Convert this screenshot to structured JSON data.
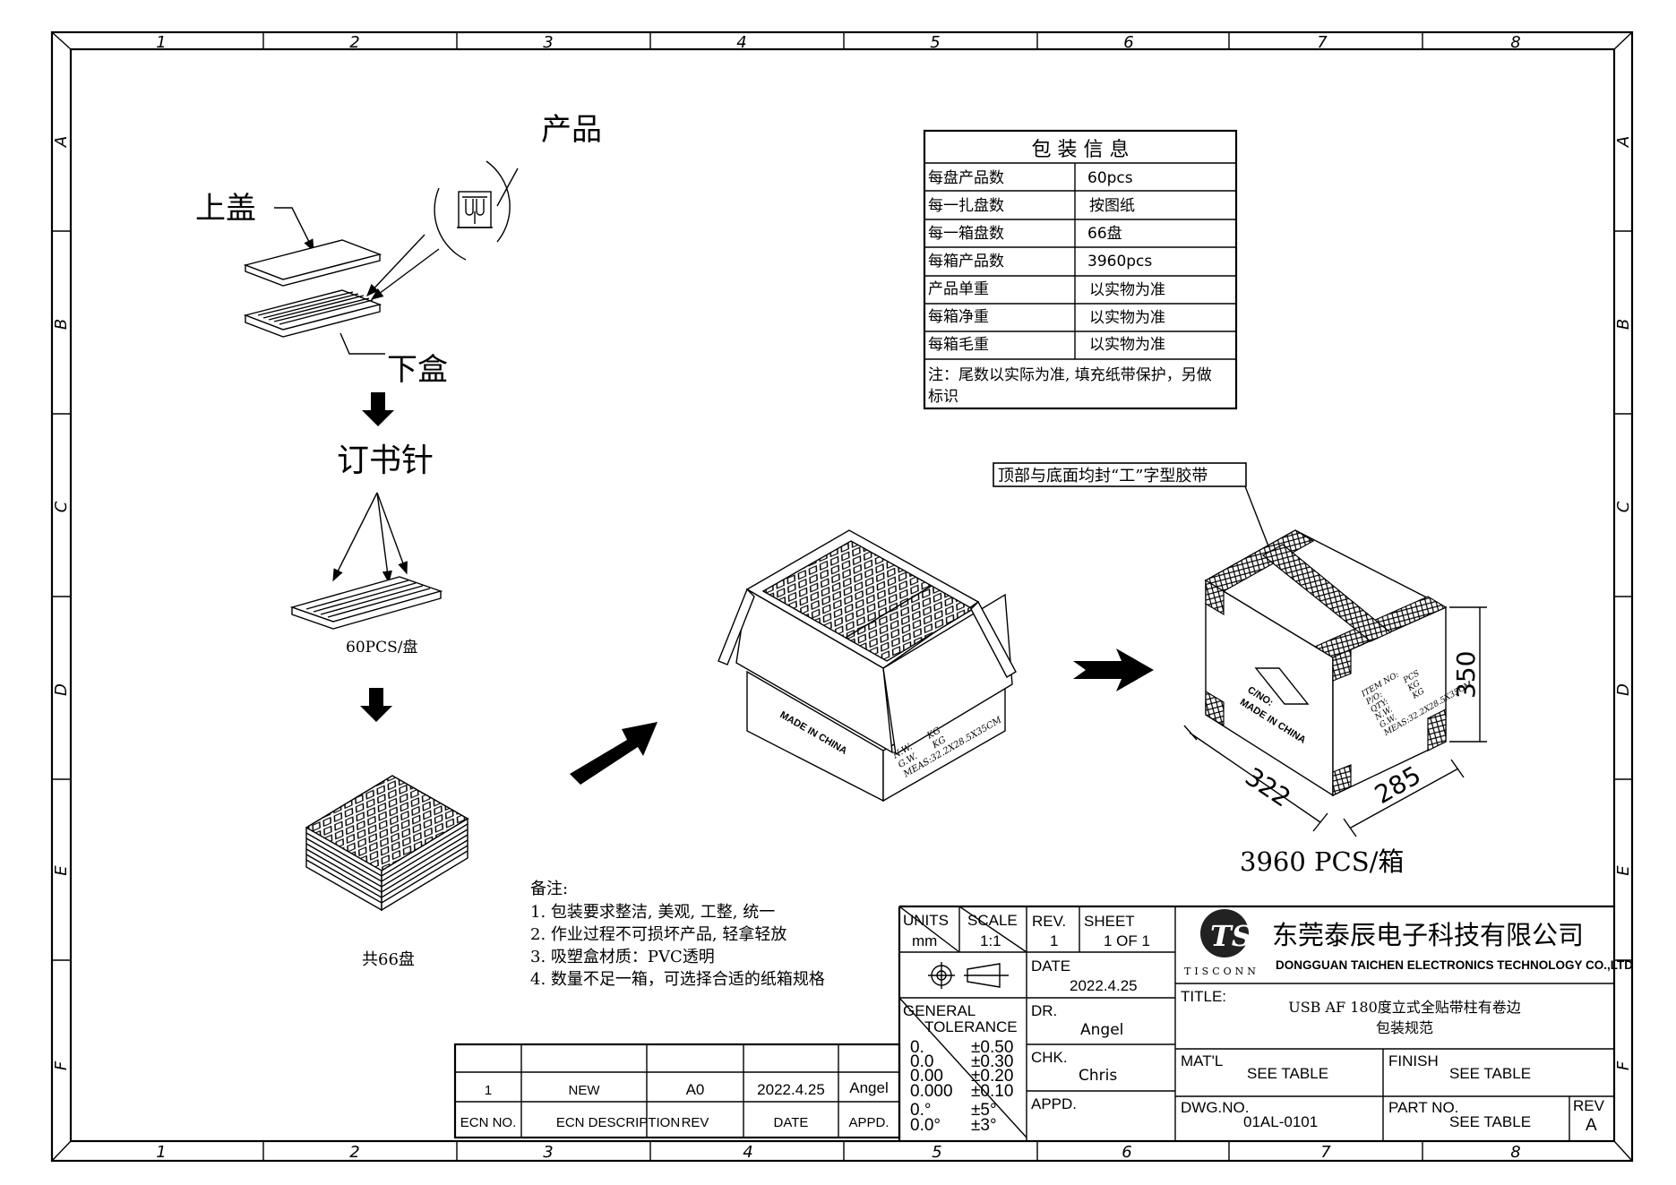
{
  "border": {
    "columns": [
      "1",
      "2",
      "3",
      "4",
      "5",
      "6",
      "7",
      "8"
    ],
    "rows": [
      "A",
      "B",
      "C",
      "D",
      "E",
      "F"
    ]
  },
  "labels": {
    "product": "产品",
    "top_lid": "上盖",
    "bottom_tray": "下盒",
    "staple": "订书针",
    "per_tray": "60PCS/盘",
    "total_trays": "共66盘"
  },
  "packing_info": {
    "title": "包  装  信  息",
    "rows": [
      {
        "label": "每盘产品数",
        "value": "60pcs"
      },
      {
        "label": "每一扎盘数",
        "value": "按图纸"
      },
      {
        "label": "每一箱盘数",
        "value": "66盘"
      },
      {
        "label": "每箱产品数",
        "value": "3960pcs"
      },
      {
        "label": "产品单重",
        "value": "以实物为准"
      },
      {
        "label": "每箱净重",
        "value": "以实物为准"
      },
      {
        "label": "每箱毛重",
        "value": "以实物为准"
      }
    ],
    "note_line1": "注：尾数以实际为准, 填充纸带保护，另做",
    "note_line2": "标识"
  },
  "tape_callout": "顶部与底面均封“工”字型胶带",
  "open_carton": {
    "made_in": "MADE IN CHINA",
    "nw": "N.W.",
    "gw": "G.W.",
    "kg": "KG",
    "meas": "MEAS:32.2X28.5X35CM"
  },
  "sealed_carton": {
    "cno": "C/NO:",
    "made_in": "MADE IN CHINA",
    "fields": [
      "ITEM NO:",
      "P/O:",
      "QTY:",
      "N.W.",
      "G.W.",
      "MEAS:32.2X28.5X35CM"
    ],
    "units": [
      "PCS",
      "KG",
      "KG"
    ],
    "dimensions": {
      "length": "322",
      "width": "285",
      "height": "350"
    },
    "quantity": "3960 PCS/箱"
  },
  "notes": {
    "heading": "备注:",
    "items": [
      "1. 包装要求整洁, 美观, 工整, 统一",
      "2. 作业过程不可损坏产品, 轻拿轻放",
      "3. 吸塑盒材质：PVC透明",
      "4. 数量不足一箱，可选择合适的纸箱规格"
    ]
  },
  "revision_table": {
    "row": {
      "ecn_no": "1",
      "description": "NEW",
      "rev": "A0",
      "date": "2022.4.25",
      "appd": "Angel"
    },
    "headers": {
      "ecn_no": "ECN NO.",
      "description": "ECN   DESCRIPTION",
      "rev": "REV",
      "date": "DATE",
      "appd": "APPD."
    }
  },
  "title_block": {
    "units_label": "UNITS",
    "units": "mm",
    "scale_label": "SCALE",
    "scale": "1:1",
    "rev_label": "REV.",
    "rev": "1",
    "sheet_label": "SHEET",
    "sheet": "1  OF  1",
    "date_label": "DATE",
    "date": "2022.4.25",
    "dr_label": "DR.",
    "dr": "Angel",
    "chk_label": "CHK.",
    "chk": "Chris",
    "appd_label": "APPD.",
    "tolerance_label1": "GENERAL",
    "tolerance_label2": "TOLERANCE",
    "tolerances": [
      {
        "precision": "0.",
        "value": "±0.50"
      },
      {
        "precision": "0.0",
        "value": "±0.30"
      },
      {
        "precision": "0.00",
        "value": "±0.20"
      },
      {
        "precision": "0.000",
        "value": "±0.10"
      },
      {
        "precision": "0.°",
        "value": "±5°"
      },
      {
        "precision": "0.0°",
        "value": "±3°"
      }
    ],
    "company_cn": "东莞泰辰电子科技有限公司",
    "company_en": "DONGGUAN  TAICHEN  ELECTRONICS  TECHNOLOGY  CO.,LTD",
    "logo_text": "TISCONN",
    "title_label": "TITLE:",
    "title_line1": "USB AF 180度立式全贴带柱有卷边",
    "title_line2": "包装规范",
    "matl_label": "MAT'L",
    "matl": "SEE  TABLE",
    "finish_label": "FINISH",
    "finish": "SEE  TABLE",
    "dwg_label": "DWG.NO.",
    "dwg": "01AL-0101",
    "part_label": "PART  NO.",
    "part": "SEE  TABLE",
    "rev2_label": "REV",
    "rev2": "A"
  }
}
